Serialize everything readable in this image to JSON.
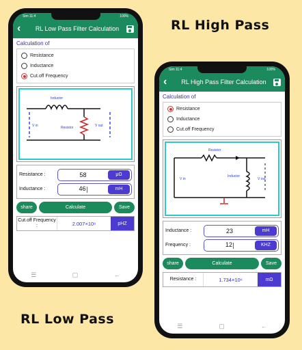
{
  "captions": {
    "high_pass": "RL High Pass",
    "low_pass": "RL Low Pass"
  },
  "phone_a": {
    "status": {
      "time": "Sim 11:4",
      "battery": "100%"
    },
    "title": "RL Low Pass Filter Calculation",
    "section": "Calculation of",
    "options": [
      "Resistance",
      "Inductance",
      "Cut.off Frequency"
    ],
    "selected_option": "Cut.off Frequency",
    "circuit": {
      "inductor": "Inductor",
      "resistor": "Resistor",
      "vin": "V in",
      "vout": "V out"
    },
    "fields": [
      {
        "label": "Resistance :",
        "value": "58",
        "unit": "μΩ"
      },
      {
        "label": "Inductance :",
        "value": "46",
        "unit": "mH"
      }
    ],
    "buttons": {
      "share": "share",
      "calculate": "Calculate",
      "save": "Save"
    },
    "result": {
      "label": "Cut.off Frequency :",
      "value": "2.007×10⁶",
      "unit": "pHZ"
    }
  },
  "phone_b": {
    "status": {
      "time": "Sim 11:4",
      "battery": "100%"
    },
    "title": "RL High Pass Filter Calculation",
    "section": "Calculation of",
    "options": [
      "Resistance",
      "Inductance",
      "Cut.off Frequency"
    ],
    "selected_option": "Resistance",
    "circuit": {
      "resistor": "Resistor",
      "inductor": "Inductor",
      "vin": "V in",
      "vout": "V out"
    },
    "fields": [
      {
        "label": "Inductance :",
        "value": "23",
        "unit": "mH"
      },
      {
        "label": "Frequency :",
        "value": "12",
        "unit": "KHZ"
      }
    ],
    "buttons": {
      "share": "share",
      "calculate": "Calculate",
      "save": "Save"
    },
    "result": {
      "label": "Resistance :",
      "value": "1.734×10⁶",
      "unit": "mΩ"
    }
  },
  "nav_icons": [
    "menu-icon",
    "home-icon",
    "back-icon"
  ],
  "colors": {
    "primary": "#1b8a5c",
    "accent": "#4c3bd1",
    "background": "#fde7a6",
    "circuit_border": "#2cc8c8",
    "radio_selected": "#e0302b"
  }
}
